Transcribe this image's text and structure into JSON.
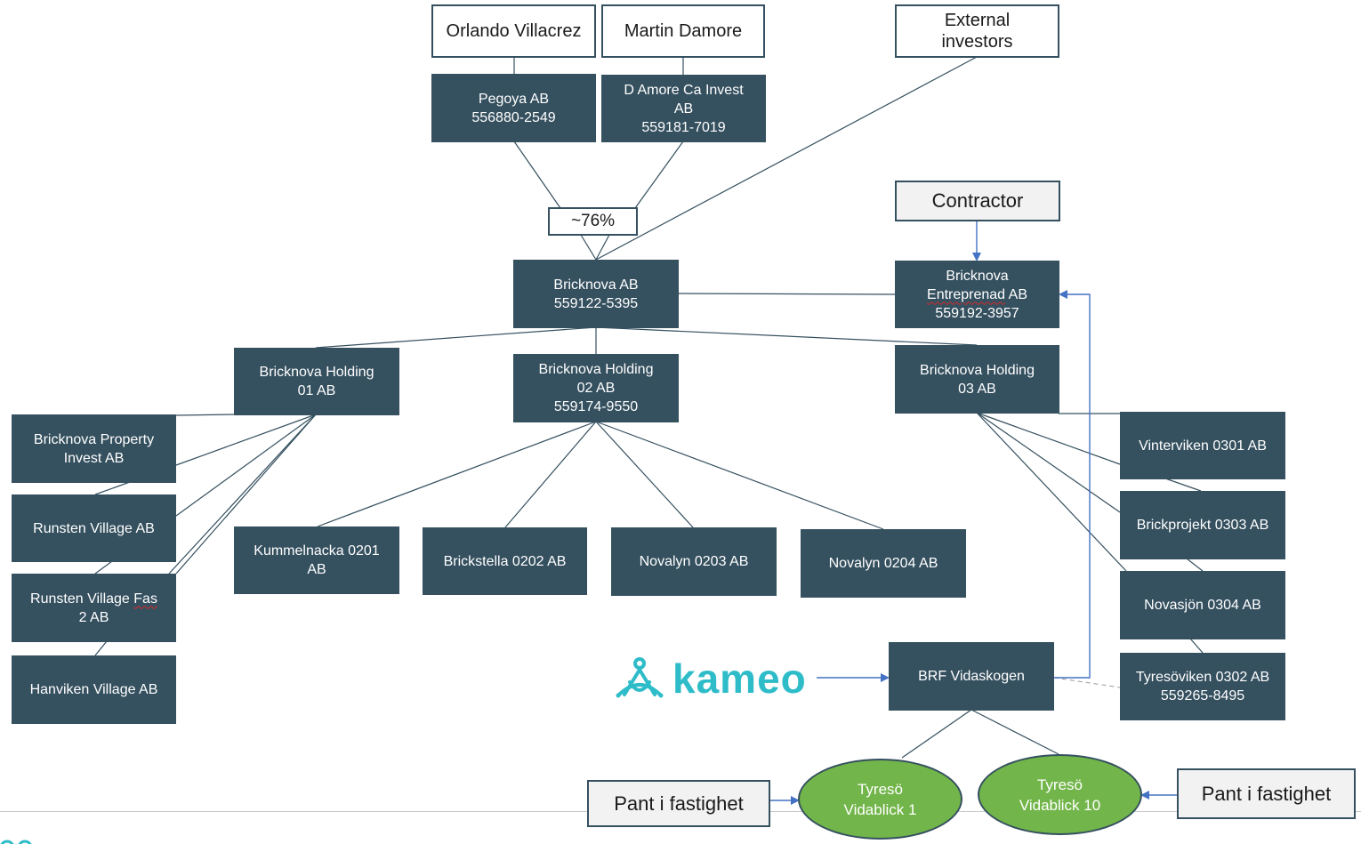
{
  "people": {
    "orlando": "Orlando Villacrez",
    "martin": "Martin Damore",
    "external_investors": "External\ninvestors"
  },
  "owners": {
    "pegoya": "Pegoya AB\n556880-2549",
    "damore": "D Amore Ca Invest\nAB\n559181-7019"
  },
  "ownership_pct": "~76%",
  "contractor": "Contractor",
  "companies": {
    "bricknova_ab": "Bricknova AB\n559122-5395",
    "entreprenad_line1": "Bricknova",
    "entreprenad_line2": "Entreprenad",
    "entreprenad_line2b": " AB",
    "entreprenad_line3": "559192-3957",
    "holding_01": "Bricknova Holding\n01 AB",
    "holding_02": "Bricknova Holding\n02 AB\n559174-9550",
    "holding_03": "Bricknova Holding\n03 AB",
    "property_invest": "Bricknova Property\nInvest AB",
    "runsten": "Runsten Village AB",
    "runsten_fas_a": "Runsten Village ",
    "runsten_fas_b": "Fas",
    "runsten_fas_c": "2 AB",
    "hanviken": "Hanviken Village AB",
    "kummelnacka": "Kummelnacka 0201\nAB",
    "brickstella": "Brickstella 0202 AB",
    "novalyn_0203": "Novalyn 0203 AB",
    "novalyn_0204": "Novalyn 0204 AB",
    "vinterviken": "Vinterviken 0301 AB",
    "brickprojekt": "Brickprojekt 0303 AB",
    "novasjon": "Novasjön 0304 AB",
    "tyresoviken": "Tyresöviken 0302 AB\n559265-8495",
    "brf": "BRF Vidaskogen"
  },
  "properties": {
    "vidablick_1": "Tyresö\nVidablick 1",
    "vidablick_10": "Tyresö\nVidablick 10"
  },
  "pledges": {
    "left": "Pant i fastighet",
    "right": "Pant i fastighet"
  },
  "logo": {
    "word": "kameo",
    "icon": "kameo-icon",
    "color": "#2fbcc9"
  },
  "colors": {
    "box": "#35505f",
    "oval": "#72b54a",
    "arrow": "#4472c4",
    "line": "#35505f"
  }
}
